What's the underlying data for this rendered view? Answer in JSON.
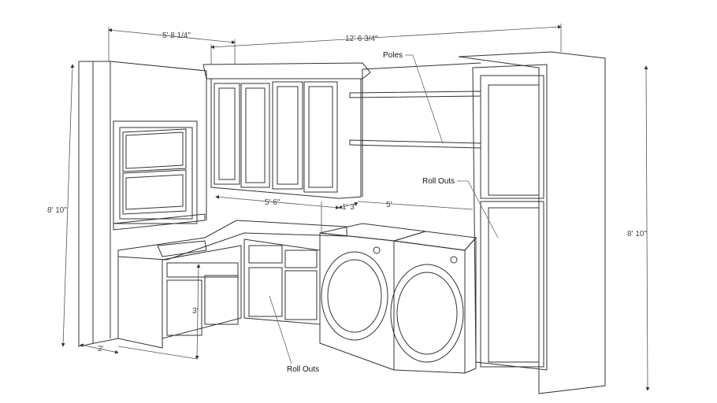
{
  "title": "Laundry room cabinet elevation sketch",
  "dimensions": {
    "upper_left_width": "5' 8 1/4\"",
    "overall_width": "12' 6 3/4\"",
    "upper_cabinet_width": "5' 6\"",
    "shelf_gap": "1' 3\"",
    "washer_dryer_width": "5'",
    "left_height": "8' 10\"",
    "right_height": "8' 10\"",
    "counter_height": "3'",
    "base_depth": "2'"
  },
  "labels": {
    "poles": "Poles",
    "roll_outs_right": "Roll Outs",
    "roll_outs_bottom": "Roll Outs"
  }
}
